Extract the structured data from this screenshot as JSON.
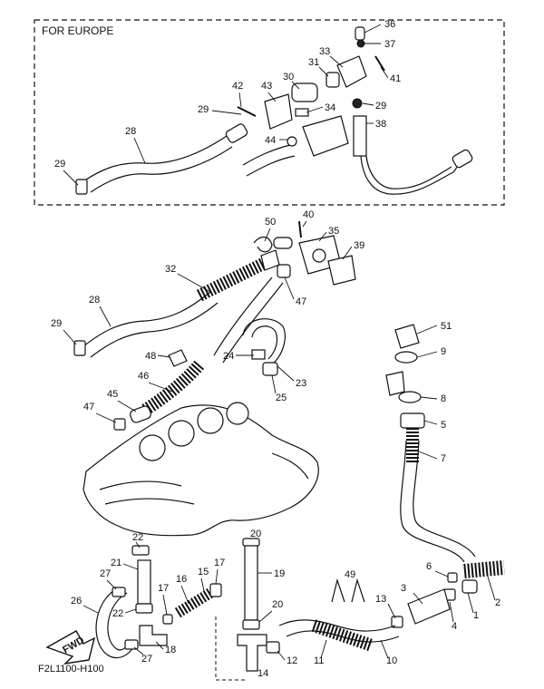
{
  "region_label": "FOR EUROPE",
  "footer_code": "F2L1100-H100",
  "fwd_label": "FWD",
  "callouts": {
    "c1": "1",
    "c2": "2",
    "c3": "3",
    "c4": "4",
    "c5": "5",
    "c6": "6",
    "c7": "7",
    "c8": "8",
    "c9": "9",
    "c10": "10",
    "c11": "11",
    "c12": "12",
    "c13": "13",
    "c14": "14",
    "c15": "15",
    "c16": "16",
    "c17": "17",
    "c18": "18",
    "c19": "19",
    "c20": "20",
    "c21": "21",
    "c22": "22",
    "c23": "23",
    "c24": "24",
    "c25": "25",
    "c26": "26",
    "c27": "27",
    "c28": "28",
    "c29": "29",
    "c30": "30",
    "c31": "31",
    "c32": "32",
    "c33": "33",
    "c34": "34",
    "c35": "35",
    "c36": "36",
    "c37": "37",
    "c38": "38",
    "c39": "39",
    "c40": "40",
    "c41": "41",
    "c42": "42",
    "c43": "43",
    "c44": "44",
    "c45": "45",
    "c46": "46",
    "c47": "47",
    "c48": "48",
    "c49": "49",
    "c50": "50",
    "c51": "51"
  }
}
